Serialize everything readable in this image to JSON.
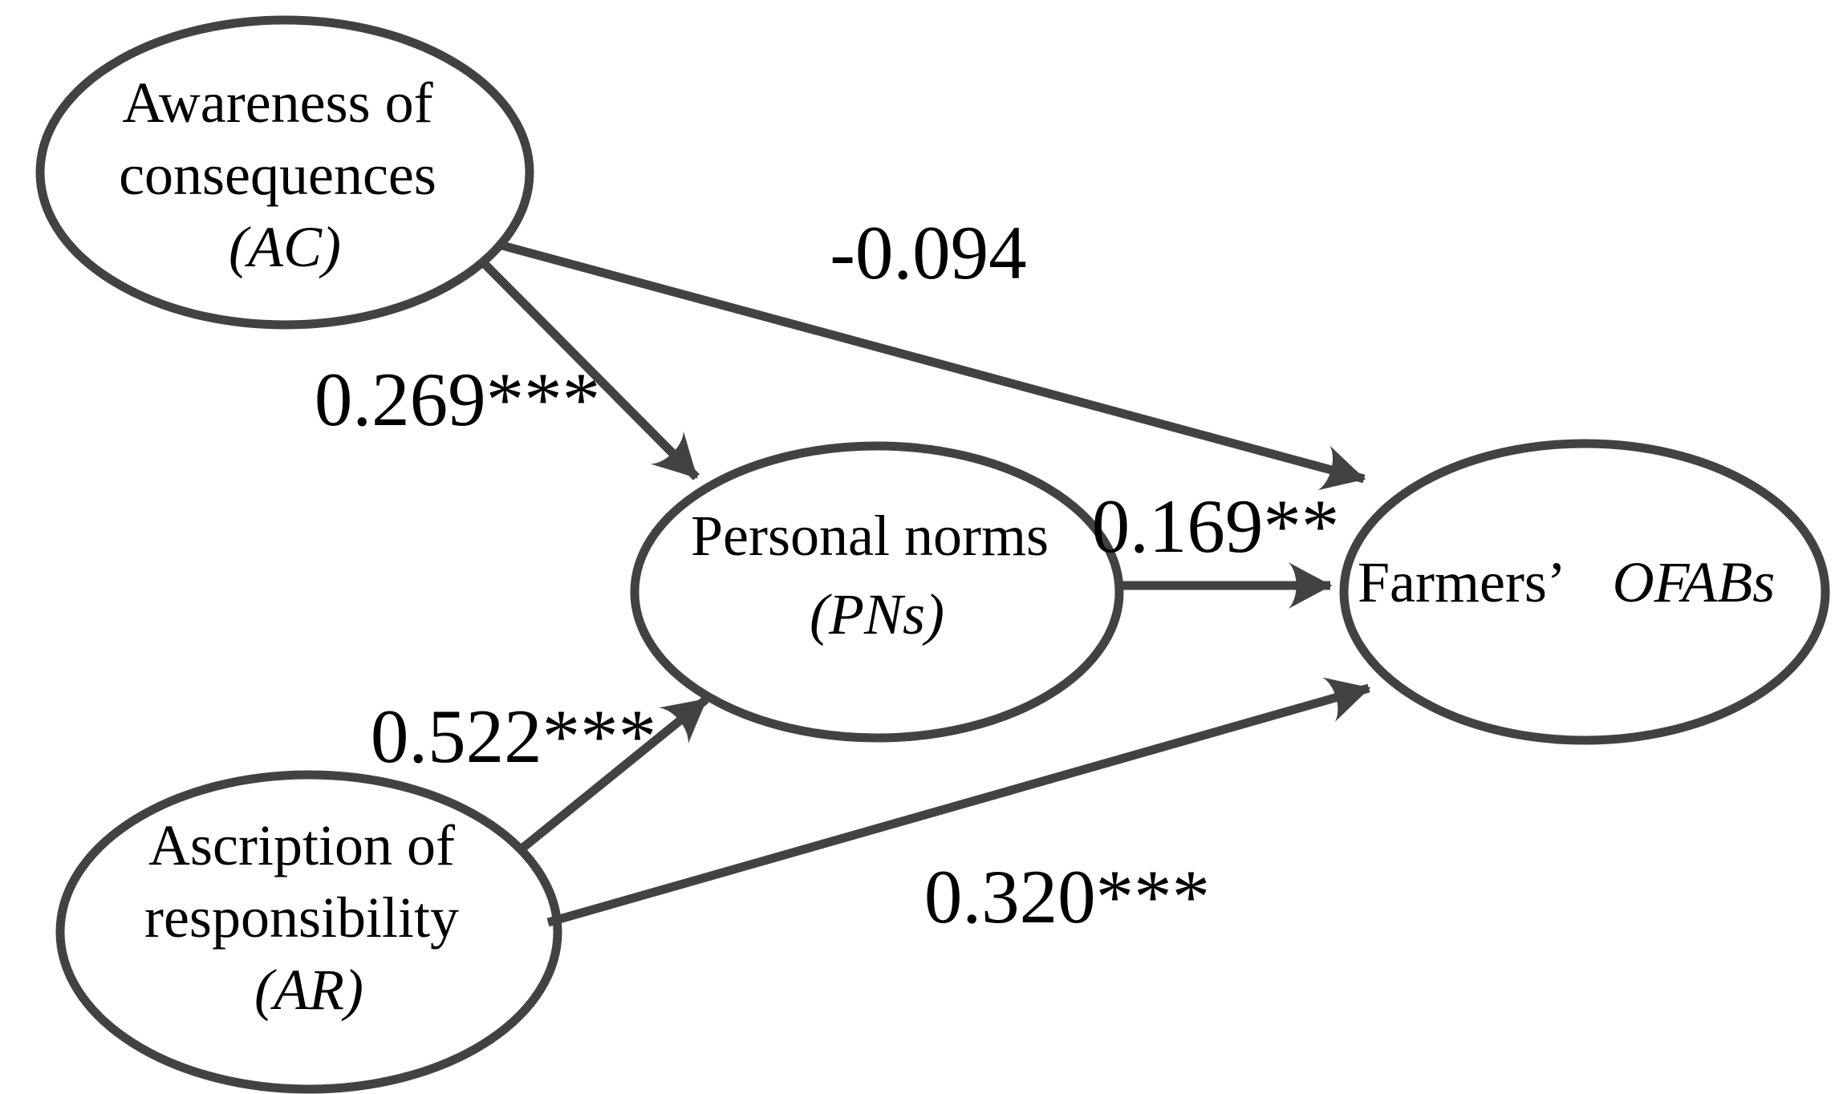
{
  "diagram": {
    "type": "sem-path-model",
    "colors": {
      "background": "#ffffff",
      "stroke": "#424242",
      "text": "#000000"
    },
    "nodes": [
      {
        "id": "AC",
        "line1": "Awareness of",
        "line2": "consequences",
        "abbr": "(AC)"
      },
      {
        "id": "AR",
        "line1": "Ascription of",
        "line2": "responsibility",
        "abbr": "(AR)"
      },
      {
        "id": "PNs",
        "line1": "Personal norms",
        "abbr": "(PNs)"
      },
      {
        "id": "OFABs",
        "line1": "Farmers’",
        "abbr": "OFABs"
      }
    ],
    "paths": [
      {
        "from": "AC",
        "to": "OFABs",
        "coefficient": "-0.094"
      },
      {
        "from": "AC",
        "to": "PNs",
        "coefficient": "0.269***"
      },
      {
        "from": "PNs",
        "to": "OFABs",
        "coefficient": "0.169**"
      },
      {
        "from": "AR",
        "to": "PNs",
        "coefficient": "0.522***"
      },
      {
        "from": "AR",
        "to": "OFABs",
        "coefficient": "0.320***"
      }
    ]
  }
}
